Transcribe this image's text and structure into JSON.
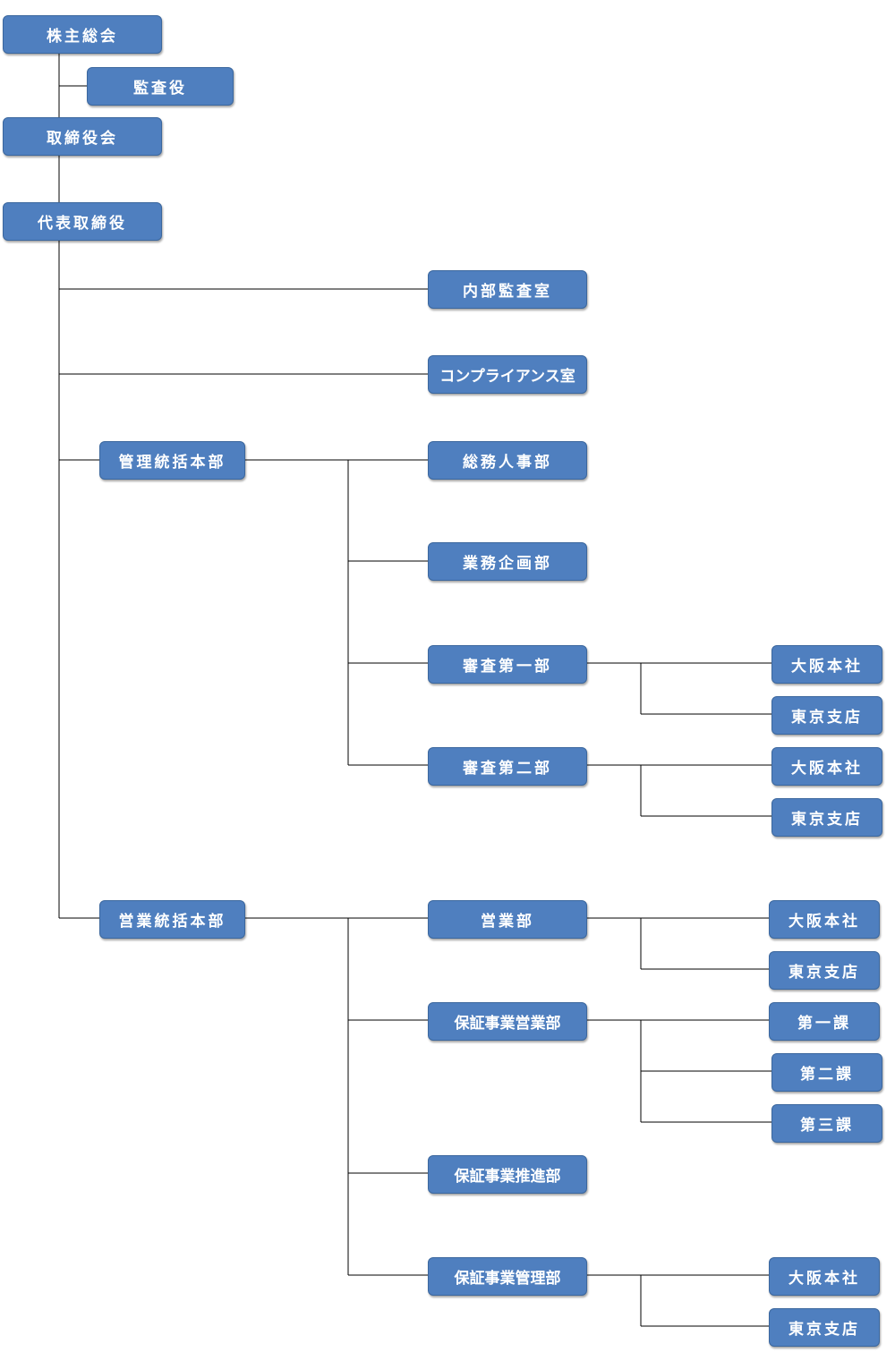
{
  "nodes": {
    "shareholders": "株主総会",
    "auditor": "監査役",
    "board": "取締役会",
    "president": "代表取締役",
    "internal_audit": "内部監査室",
    "compliance": "コンプライアンス室",
    "admin_hq": "管理統括本部",
    "general_affairs_hr": "総務人事部",
    "business_planning": "業務企画部",
    "review_1": "審査第一部",
    "review_1_osaka": "大阪本社",
    "review_1_tokyo": "東京支店",
    "review_2": "審査第二部",
    "review_2_osaka": "大阪本社",
    "review_2_tokyo": "東京支店",
    "sales_hq": "営業統括本部",
    "sales": "営業部",
    "sales_osaka": "大阪本社",
    "sales_tokyo": "東京支店",
    "guarantee_sales": "保証事業営業部",
    "section_1": "第一課",
    "section_2": "第二課",
    "section_3": "第三課",
    "guarantee_promotion": "保証事業推進部",
    "guarantee_mgmt": "保証事業管理部",
    "guarantee_mgmt_osaka": "大阪本社",
    "guarantee_mgmt_tokyo": "東京支店"
  },
  "colors": {
    "box_fill": "#4f7fbf",
    "box_border": "#3b679e",
    "box_text": "#ffffff",
    "line": "#000000"
  }
}
